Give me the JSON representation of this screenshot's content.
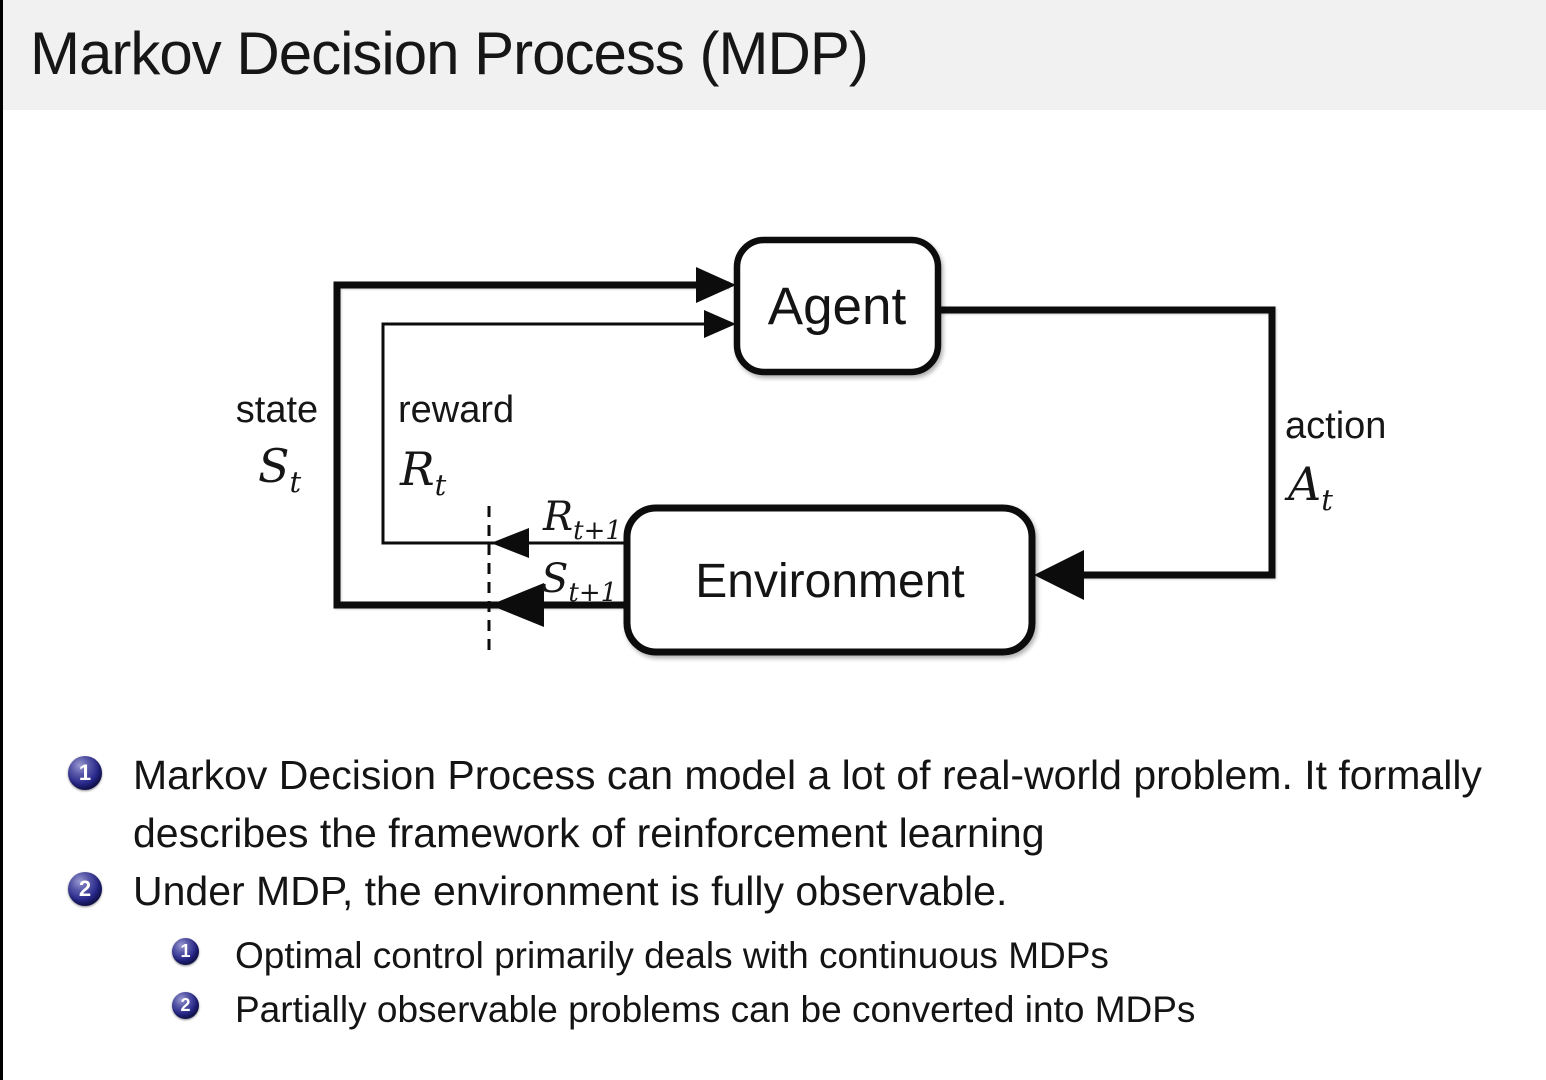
{
  "slide": {
    "title": "Markov Decision Process (MDP)"
  },
  "diagram": {
    "agent_label": "Agent",
    "environment_label": "Environment",
    "state_label": "state",
    "state_symbol": "S",
    "state_sub": "t",
    "reward_label": "reward",
    "reward_symbol": "R",
    "reward_sub": "t",
    "action_label": "action",
    "action_symbol": "A",
    "action_sub": "t",
    "next_reward_symbol": "R",
    "next_reward_sub": "t+1",
    "next_state_symbol": "S",
    "next_state_sub": "t+1"
  },
  "bullets": [
    {
      "number": "1",
      "text": "Markov Decision Process can model a lot of real-world problem. It formally describes the framework of reinforcement learning",
      "sub": []
    },
    {
      "number": "2",
      "text": "Under MDP, the environment is fully observable.",
      "sub": [
        {
          "number": "1",
          "text": "Optimal control primarily deals with continuous MDPs"
        },
        {
          "number": "2",
          "text": "Partially observable problems can be converted into MDPs"
        }
      ]
    }
  ],
  "colors": {
    "header_bg": "#f1f1f1",
    "body_bg": "#ffffff",
    "line": "#0c0c0c",
    "bullet_ball": "#26268a",
    "text": "#141414"
  }
}
